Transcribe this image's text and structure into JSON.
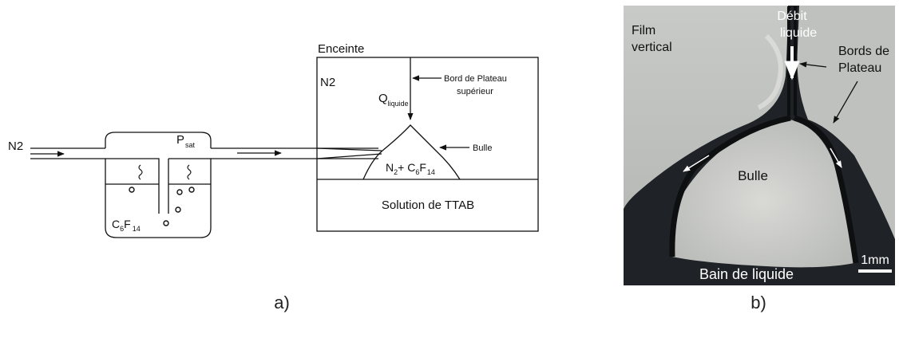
{
  "panel_a": {
    "caption": "a)",
    "inlet_label": "N2",
    "saturator": {
      "pressure_symbol": "P",
      "pressure_subscript": "sat",
      "liquid_label_parts": [
        "C",
        "6",
        "F",
        "14"
      ]
    },
    "enclosure": {
      "title": "Enceinte",
      "gas_label": "N2",
      "flow_symbol": "Q",
      "flow_subscript": "liquide",
      "plateau_border_label_line1": "Bord de Plateau",
      "plateau_border_label_line2": "supérieur",
      "bubble_label": "Bulle",
      "bubble_gas_parts": [
        "N",
        "2",
        "+ C",
        "6",
        "F",
        "14"
      ],
      "solution_label": "Solution de TTAB"
    }
  },
  "panel_b": {
    "caption": "b)",
    "film_label_line1": "Film",
    "film_label_line2": "vertical",
    "flow_label_line1": "Débit",
    "flow_label_line2": "liquide",
    "plateau_label_line1": "Bords de",
    "plateau_label_line2": "Plateau",
    "bubble_label": "Bulle",
    "bath_label": "Bain de liquide",
    "scale_label": "1mm"
  }
}
